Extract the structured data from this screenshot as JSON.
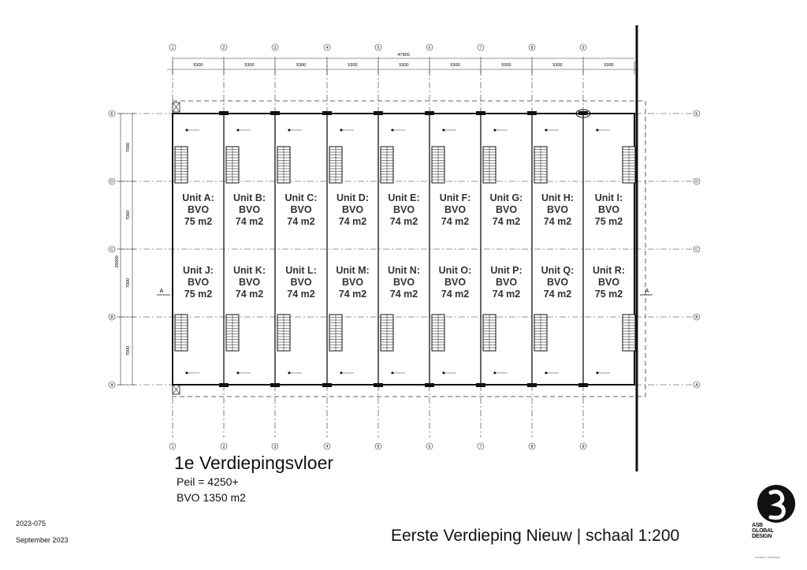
{
  "drawing": {
    "overall_dimension": "47900",
    "bay_dimension": "5300",
    "bay_dimensions": [
      "5300",
      "5300",
      "5300",
      "5300",
      "5300",
      "5300",
      "5300",
      "5300",
      "5300"
    ],
    "vertical_overall_dimension": "28000",
    "row_dimensions": [
      "7000",
      "7000",
      "7000",
      "7000"
    ],
    "section_marker": "A",
    "grid_labels_columns": [
      "1",
      "2",
      "3",
      "4",
      "5",
      "6",
      "7",
      "8",
      "9"
    ],
    "grid_labels_rows": [
      "E",
      "D",
      "C",
      "B",
      "A"
    ]
  },
  "units": [
    {
      "name": "Unit A:",
      "bvo": "BVO",
      "area": "75 m2"
    },
    {
      "name": "Unit B:",
      "bvo": "BVO",
      "area": "74 m2"
    },
    {
      "name": "Unit C:",
      "bvo": "BVO",
      "area": "74 m2"
    },
    {
      "name": "Unit D:",
      "bvo": "BVO",
      "area": "74 m2"
    },
    {
      "name": "Unit E:",
      "bvo": "BVO",
      "area": "74 m2"
    },
    {
      "name": "Unit F:",
      "bvo": "BVO",
      "area": "74 m2"
    },
    {
      "name": "Unit G:",
      "bvo": "BVO",
      "area": "74 m2"
    },
    {
      "name": "Unit H:",
      "bvo": "BVO",
      "area": "74 m2"
    },
    {
      "name": "Unit I:",
      "bvo": "BVO",
      "area": "75 m2"
    },
    {
      "name": "Unit J:",
      "bvo": "BVO",
      "area": "75 m2"
    },
    {
      "name": "Unit K:",
      "bvo": "BVO",
      "area": "74 m2"
    },
    {
      "name": "Unit L:",
      "bvo": "BVO",
      "area": "74 m2"
    },
    {
      "name": "Unit M:",
      "bvo": "BVO",
      "area": "74 m2"
    },
    {
      "name": "Unit N:",
      "bvo": "BVO",
      "area": "74 m2"
    },
    {
      "name": "Unit O:",
      "bvo": "BVO",
      "area": "74 m2"
    },
    {
      "name": "Unit P:",
      "bvo": "BVO",
      "area": "74 m2"
    },
    {
      "name": "Unit Q:",
      "bvo": "BVO",
      "area": "74 m2"
    },
    {
      "name": "Unit R:",
      "bvo": "BVO",
      "area": "75 m2"
    }
  ],
  "annotations": {
    "title": "1e Verdiepingsvloer",
    "peil": "Peil = 4250+",
    "bvo_total": "BVO 1350 m2"
  },
  "titleblock": {
    "project_number": "2023-075",
    "date": "September 2023",
    "sheet_title": "Eerste Verdieping Nieuw | schaal 1:200",
    "logo_text": [
      "ASB",
      "GLOBAL",
      "DESIGN"
    ],
    "print_stamp": "printdatum: 07-09-2023"
  }
}
